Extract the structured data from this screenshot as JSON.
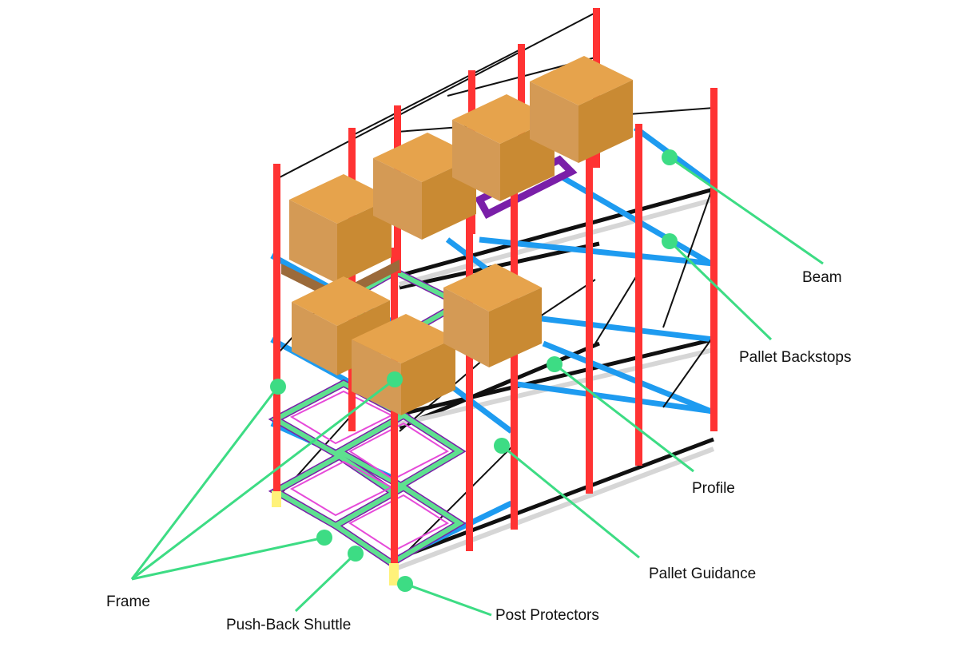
{
  "diagram": {
    "labels": {
      "beam": "Beam",
      "pallet_backstops": "Pallet Backstops",
      "profile": "Profile",
      "pallet_guidance": "Pallet Guidance",
      "frame": "Frame",
      "push_back_shuttle": "Push-Back Shuttle",
      "post_protectors": "Post Protectors"
    },
    "colors": {
      "upright": "#ff3333",
      "beam": "#1e9bf0",
      "profile": "#111111",
      "rail_shadow": "#d6d6d6",
      "callout": "#3ddc84",
      "box_top": "#e6a34c",
      "box_left": "#d49a55",
      "box_right": "#c98a33",
      "pallet": "#9b6a3a",
      "shuttle_green": "#5ee08f",
      "shuttle_magenta": "#e64ad9",
      "shuttle_purple": "#7a1fa8",
      "post_protector": "#fff27a"
    }
  }
}
